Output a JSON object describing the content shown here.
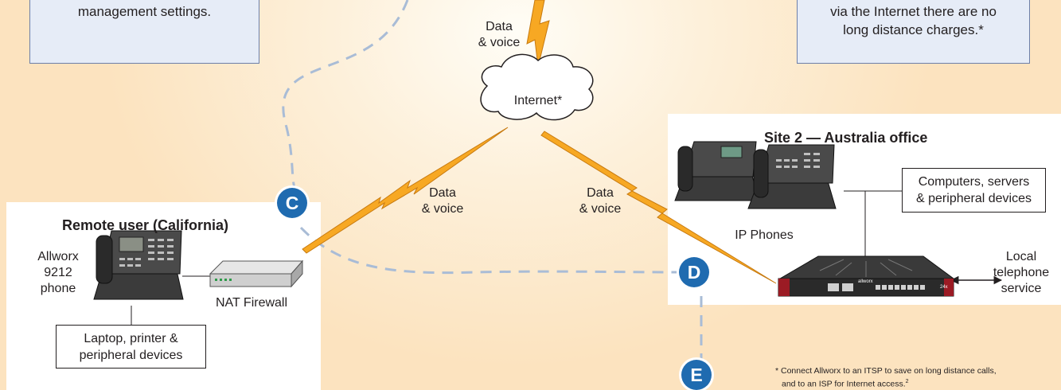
{
  "callouts": {
    "left_text": "management settings.",
    "right_line1": "via the Internet there are no",
    "right_line2": "long distance charges.*"
  },
  "cloud": {
    "label": "Internet*"
  },
  "links": {
    "top": {
      "line1": "Data",
      "line2": "& voice"
    },
    "left": {
      "line1": "Data",
      "line2": "& voice"
    },
    "right": {
      "line1": "Data",
      "line2": "& voice"
    }
  },
  "remote": {
    "title": "Remote user (California)",
    "phone_label_1": "Allworx",
    "phone_label_2": "9212",
    "phone_label_3": "phone",
    "firewall_label": "NAT Firewall",
    "devices_line1": "Laptop, printer &",
    "devices_line2": "peripheral devices"
  },
  "site2": {
    "title": "Site 2 — Australia office",
    "phones_label": "IP Phones",
    "computers_line1": "Computers, servers",
    "computers_line2": "& peripheral devices",
    "local_line1": "Local",
    "local_line2": "telephone",
    "local_line3": "service",
    "device_brand": "allworx",
    "device_model": "24x"
  },
  "badges": {
    "c": "C",
    "d": "D",
    "e": "E"
  },
  "footnote": {
    "line1": "* Connect Allworx to an ITSP to save on long distance calls,",
    "line2": "and to an ISP for Internet access.",
    "sup": "2"
  },
  "colors": {
    "badge": "#1f6bb0",
    "bolt": "#f7a823",
    "dashed": "#a9bcd6",
    "callout": "#e6ecf7"
  }
}
